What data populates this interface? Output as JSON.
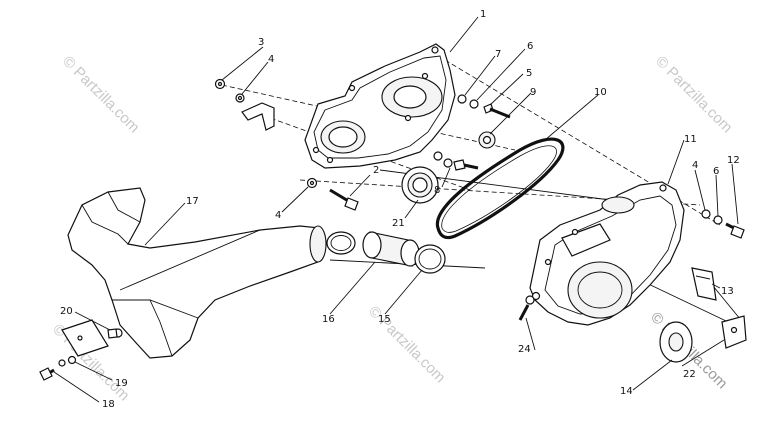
{
  "watermark": {
    "text": "© Partzilla.com",
    "color": "#c8c8c8"
  },
  "callouts": {
    "c1": "1",
    "c2": "2",
    "c3": "3",
    "c4a": "4",
    "c4b": "4",
    "c4c": "4",
    "c5": "5",
    "c6a": "6",
    "c6b": "6",
    "c7": "7",
    "c8": "8",
    "c9": "9",
    "c10": "10",
    "c11": "11",
    "c12": "12",
    "c13": "13",
    "c14": "14",
    "c15": "15",
    "c16": "16",
    "c17": "17",
    "c18": "18",
    "c19": "19",
    "c20": "20",
    "c21": "21",
    "c22": "22",
    "c24": "24"
  }
}
